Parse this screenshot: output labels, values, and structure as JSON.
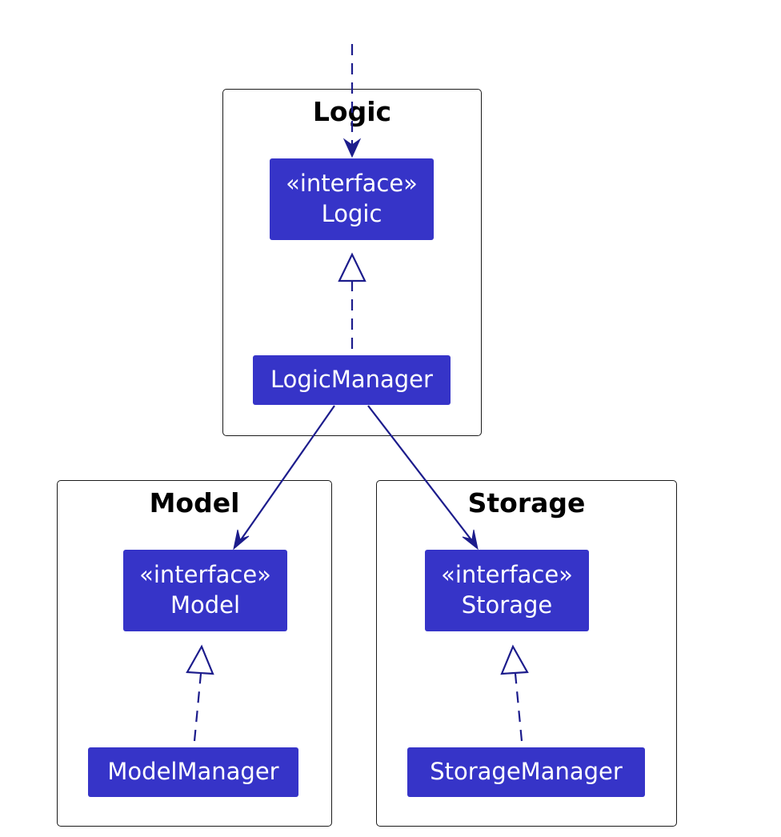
{
  "colors": {
    "class_fill": "#3634c8",
    "class_text": "#ffffff",
    "edge": "#1c1c8c",
    "package_border": "#1a1a1a"
  },
  "packages": {
    "logic": {
      "title": "Logic"
    },
    "model": {
      "title": "Model"
    },
    "storage": {
      "title": "Storage"
    }
  },
  "classes": {
    "logic_interface": {
      "stereotype": "«interface»",
      "name": "Logic"
    },
    "logic_manager": {
      "name": "LogicManager"
    },
    "model_interface": {
      "stereotype": "«interface»",
      "name": "Model"
    },
    "model_manager": {
      "name": "ModelManager"
    },
    "storage_interface": {
      "stereotype": "«interface»",
      "name": "Storage"
    },
    "storage_manager": {
      "name": "StorageManager"
    }
  },
  "relations": [
    {
      "from": "external",
      "to": "Logic",
      "kind": "dependency"
    },
    {
      "from": "LogicManager",
      "to": "Logic",
      "kind": "realization"
    },
    {
      "from": "LogicManager",
      "to": "Model",
      "kind": "association"
    },
    {
      "from": "LogicManager",
      "to": "Storage",
      "kind": "association"
    },
    {
      "from": "ModelManager",
      "to": "Model",
      "kind": "realization"
    },
    {
      "from": "StorageManager",
      "to": "Storage",
      "kind": "realization"
    }
  ]
}
